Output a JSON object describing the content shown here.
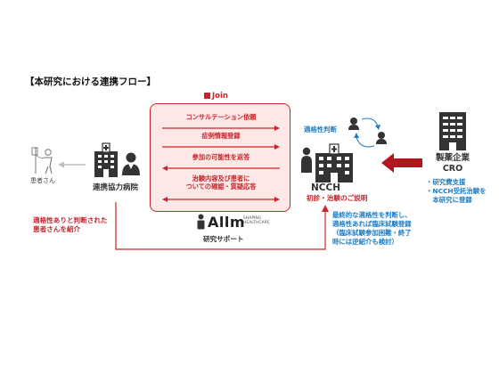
{
  "title": "【本研究における連携フロー】",
  "join_label": "Join",
  "flows": [
    {
      "label": "コンサルテーション依頼",
      "direction": "right"
    },
    {
      "label": "症例情報登録",
      "direction": "right"
    },
    {
      "label": "参加の可能性を返答",
      "direction": "left"
    },
    {
      "label": "治験内容及び患者に\nついての確認・質疑応答",
      "direction": "both"
    }
  ],
  "patient_label": "患者さん",
  "hospital_label": "連携協力病院",
  "ncch_label": "NCCH",
  "ncch_sub": "初診・治験のご説明",
  "pharma_label_1": "製薬企業",
  "pharma_label_2": "CRO",
  "pharma_notes": [
    "・研究費支援",
    "・NCCH受託治験を",
    "　本研究に登録"
  ],
  "eligibility_label": "適格性判断",
  "referral_note": [
    "適格性ありと判断された",
    "患者さんを紹介"
  ],
  "ncch_note": [
    "最終的な適格性を判断し、",
    "適格性あれば臨床試験登録",
    "（臨床試験参加困難・終了",
    "時には逆紹介も検討）"
  ],
  "allm_logo": "Allm",
  "allm_tagline": [
    "SHAPING",
    "HEALTHCARE"
  ],
  "allm_support": "研究サポート",
  "colors": {
    "accent_red": "#c9242b",
    "blue": "#1e7dc6",
    "dark": "#333333",
    "box_fill": "#fde7e7"
  }
}
